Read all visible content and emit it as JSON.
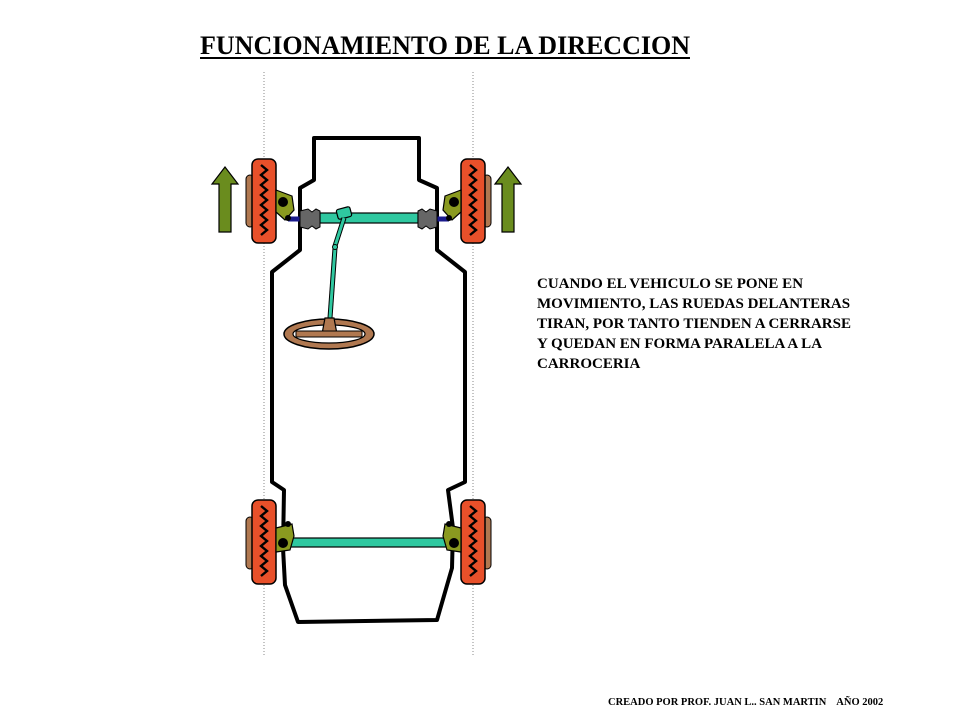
{
  "title": "FUNCIONAMIENTO DE LA DIRECCION",
  "description_lines": [
    "CUANDO EL VEHICULO SE PONE EN",
    "MOVIMIENTO, LAS RUEDAS DELANTERAS",
    "TIRAN, POR TANTO TIENDEN A CERRARSE",
    "Y QUEDAN EN FORMA PARALELA A LA",
    "CARROCERIA"
  ],
  "credit": {
    "author": "CREADO POR PROF. JUAN L.. SAN MARTIN",
    "year": "AÑO 2002"
  },
  "colors": {
    "tire": "#e8502a",
    "tire_tread": "#000000",
    "hub": "#b07850",
    "arrow": "#6a8c1e",
    "axle": "#2fc8a0",
    "knuckle": "#8a9a20",
    "steering_wheel": "#b07850",
    "boot": "#666666",
    "tie_rod": "#1a1a8c",
    "body": "#000000",
    "guide_line": "#888888"
  },
  "icons": [
    "up-arrow-icon",
    "steering-wheel-icon"
  ]
}
